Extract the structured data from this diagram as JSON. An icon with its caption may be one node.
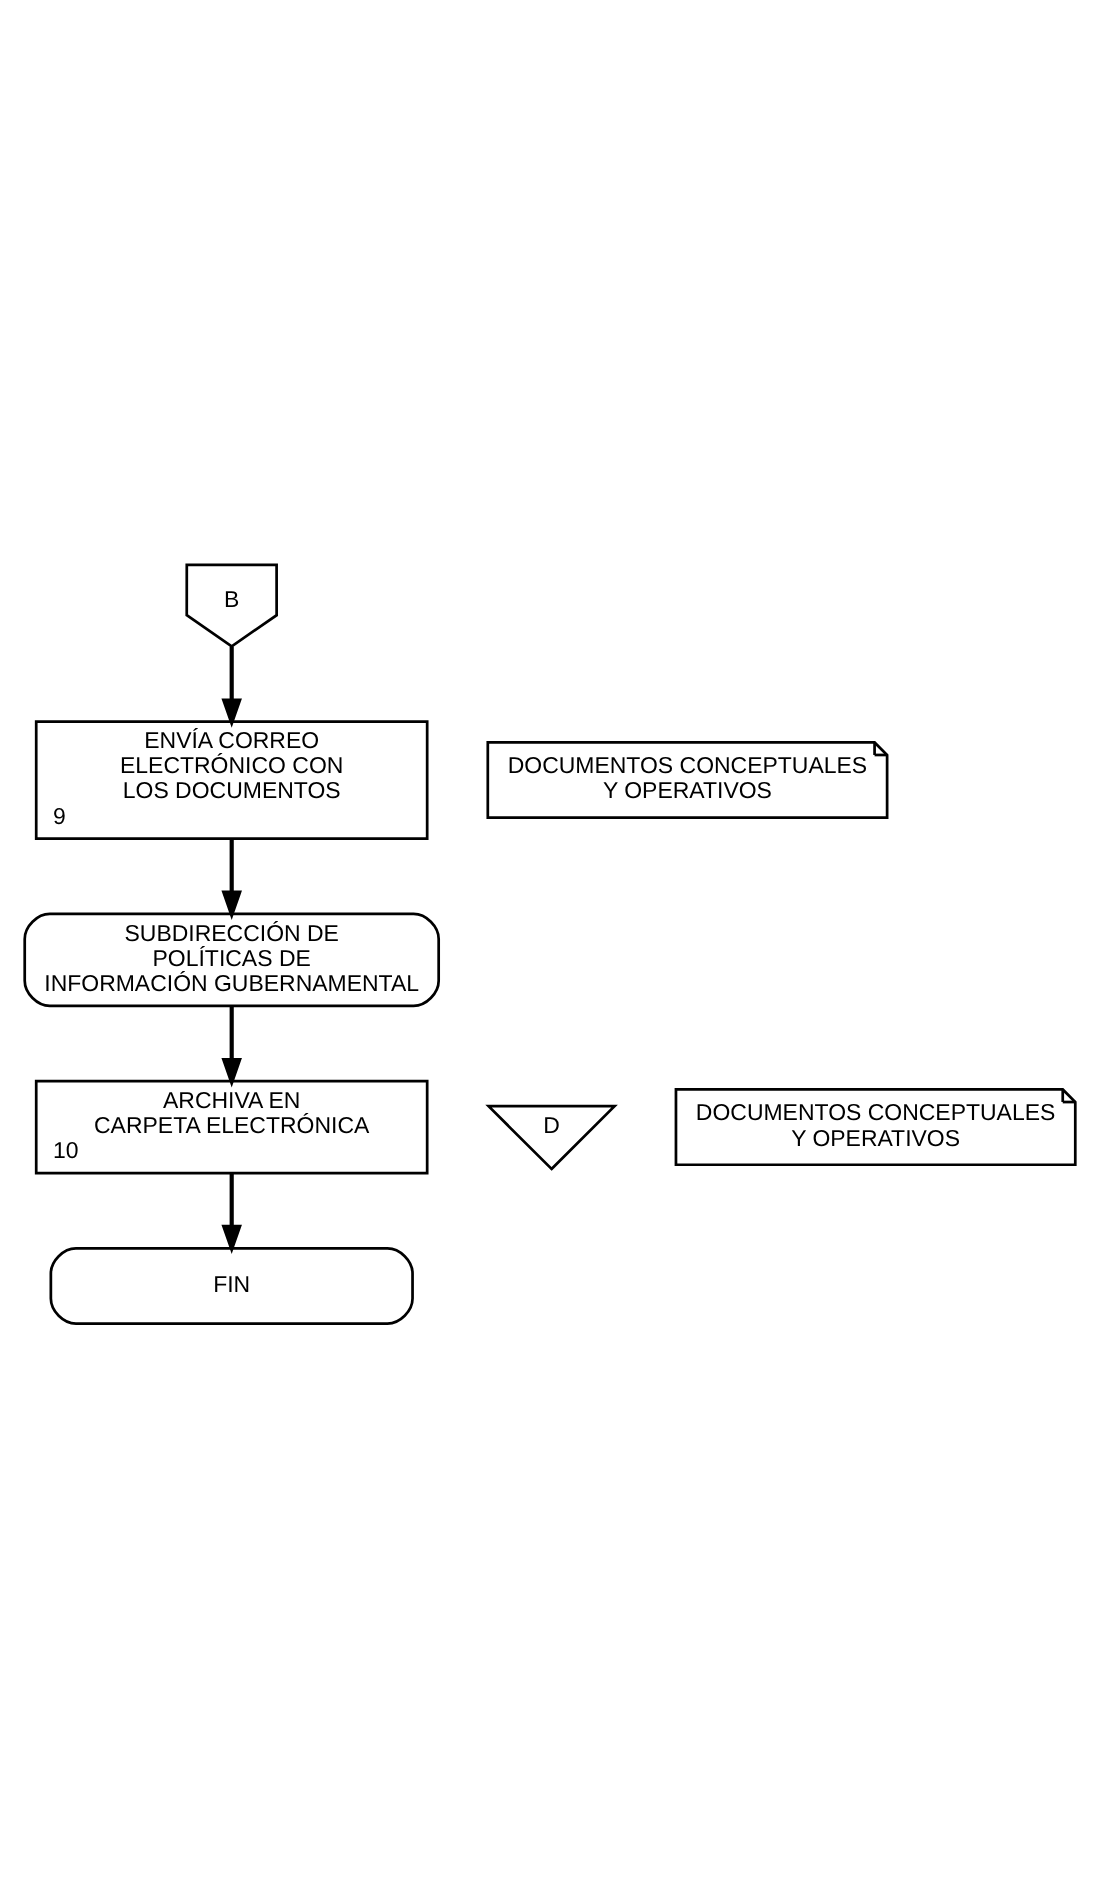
{
  "diagram": {
    "nodes": [
      {
        "text": [
          "B"
        ]
      },
      {
        "text": [
          "ENVÍA CORREO ELECTRÓNICO CON LOS DOCUMENTOS",
          "9"
        ]
      },
      {
        "text": [
          "DOCUMENTOS CONCEPTUALES Y OPERATIVOS"
        ]
      },
      {
        "text": [
          "SUBDIRECCIÓN DE POLÍTICAS DE INFORMACIÓN GUBERNAMENTAL"
        ]
      },
      {
        "text": [
          "ARCHIVA EN CARPETA ELECTRÓNICA",
          "10"
        ]
      },
      {
        "text": [
          "D"
        ]
      },
      {
        "text": [
          "DOCUMENTOS CONCEPTUALES Y OPERATIVOS"
        ]
      },
      {
        "text": [
          "FIN"
        ]
      }
    ],
    "edges": [
      {
        "from": 0,
        "to": 1,
        "arrow": "to"
      },
      {
        "from": 1,
        "to": 3,
        "arrow": "to"
      },
      {
        "from": 3,
        "to": 4,
        "arrow": "to"
      },
      {
        "from": 4,
        "to": 7,
        "arrow": "to"
      }
    ]
  }
}
